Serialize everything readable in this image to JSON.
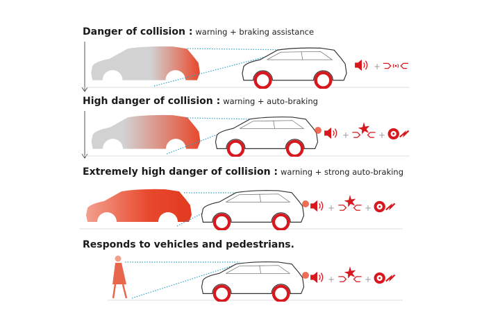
{
  "rows": [
    {
      "heading": "Danger of collision :",
      "detail": "warning + braking assistance",
      "actions": [
        "warning-sound",
        "braking-assistance"
      ]
    },
    {
      "heading": "High danger of collision :",
      "detail": "warning + auto-braking",
      "actions": [
        "warning-sound",
        "collision-impact",
        "auto-braking"
      ]
    },
    {
      "heading": "Extremely high danger of collision :",
      "detail": "warning + strong auto-braking",
      "actions": [
        "warning-sound",
        "collision-impact",
        "strong-auto-braking"
      ]
    },
    {
      "heading": "Responds to vehicles and pedestrians.",
      "detail": "",
      "actions": [
        "warning-sound",
        "collision-impact",
        "strong-auto-braking"
      ]
    }
  ],
  "plus": "+",
  "colors": {
    "accent": "#d7191f",
    "sensor": "#2aa3c4",
    "car_outline": "#333333",
    "gray_car": "#cfcfcf"
  }
}
